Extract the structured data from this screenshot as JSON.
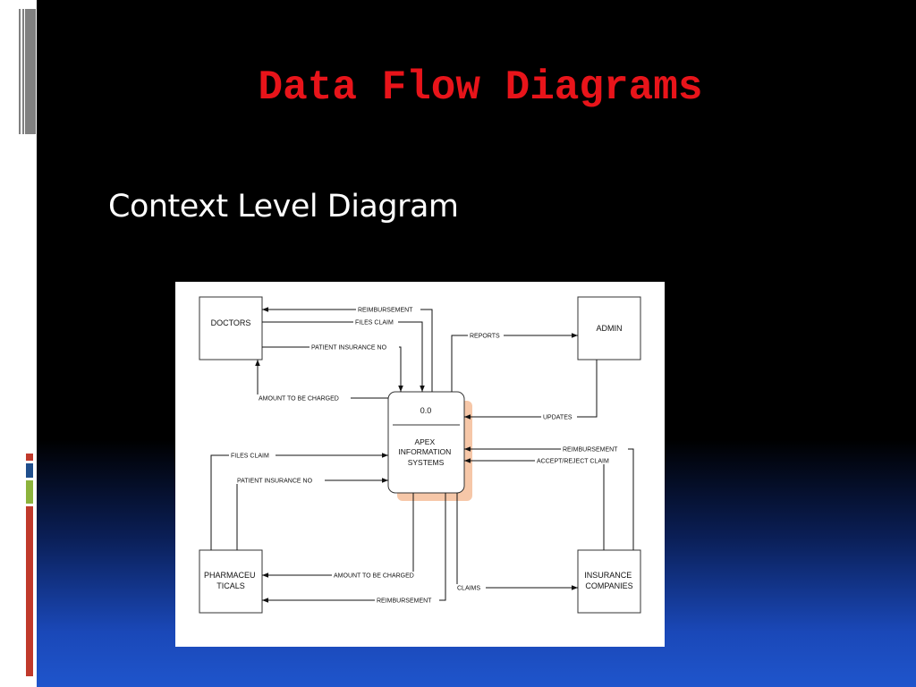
{
  "slide": {
    "title": "Data Flow Diagrams",
    "subtitle": "Context Level Diagram"
  },
  "colors": {
    "title": "#e8141a",
    "process_highlight": "#f6c7a8",
    "strip_red": "#c0392b",
    "strip_blue": "#1f4e8c",
    "strip_green": "#8cb33c"
  },
  "diagram": {
    "process": {
      "id": "0.0",
      "name_lines": [
        "APEX",
        "INFORMATION",
        "SYSTEMS"
      ]
    },
    "entities": {
      "doctors": [
        "DOCTORS"
      ],
      "admin": [
        "ADMIN"
      ],
      "pharmaceuticals": [
        "PHARMACEU",
        "TICALS"
      ],
      "insurance": [
        "INSURANCE",
        "COMPANIES"
      ]
    },
    "flows": {
      "reimbursement_doctors": "REIMBURSEMENT",
      "files_claim_doctors": "FILES CLAIM",
      "patient_insurance_doctors": "PATIENT INSURANCE NO",
      "amount_doctors": "AMOUNT TO BE CHARGED",
      "reports": "REPORTS",
      "updates": "UPDATES",
      "reimbursement_insurance": "REIMBURSEMENT",
      "accept_reject": "ACCEPT/REJECT CLAIM",
      "files_claim_pharma": "FILES CLAIM",
      "patient_insurance_pharma": "PATIENT INSURANCE NO",
      "amount_pharma": "AMOUNT TO BE CHARGED",
      "reimbursement_pharma": "REIMBURSEMENT",
      "claims": "CLAIMS"
    }
  }
}
